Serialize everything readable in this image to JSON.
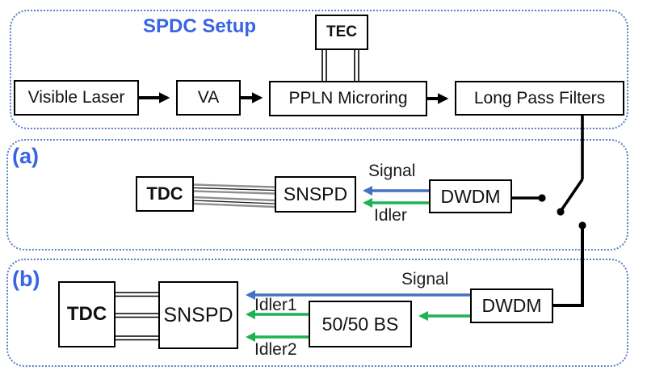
{
  "figure": {
    "type": "experimental-setup-diagram",
    "topic": "SPDC photon-pair generation and detection setup"
  },
  "colors": {
    "accent_blue_text": "#3a64e6",
    "signal_arrow_blue": "#4472c4",
    "idler_arrow_green": "#1fb254",
    "panel_border_blue": "#5b7fc7",
    "wire_black": "#000000",
    "cable_gray": "#8f8f8f"
  },
  "spdc_panel": {
    "title": "SPDC Setup",
    "boxes": {
      "visible_laser": "Visible Laser",
      "va": "VA",
      "ppln": "PPLN Microring",
      "long_pass": "Long Pass Filters",
      "tec": "TEC"
    }
  },
  "panel_a": {
    "label": "(a)",
    "boxes": {
      "tdc": "TDC",
      "snspd": "SNSPD",
      "dwdm": "DWDM"
    },
    "arrows": {
      "signal": "Signal",
      "idler": "Idler"
    }
  },
  "panel_b": {
    "label": "(b)",
    "boxes": {
      "tdc": "TDC",
      "snspd": "SNSPD",
      "bs": "50/50 BS",
      "dwdm": "DWDM"
    },
    "arrows": {
      "signal": "Signal",
      "idler1": "Idler1",
      "idler2": "Idler2"
    }
  }
}
